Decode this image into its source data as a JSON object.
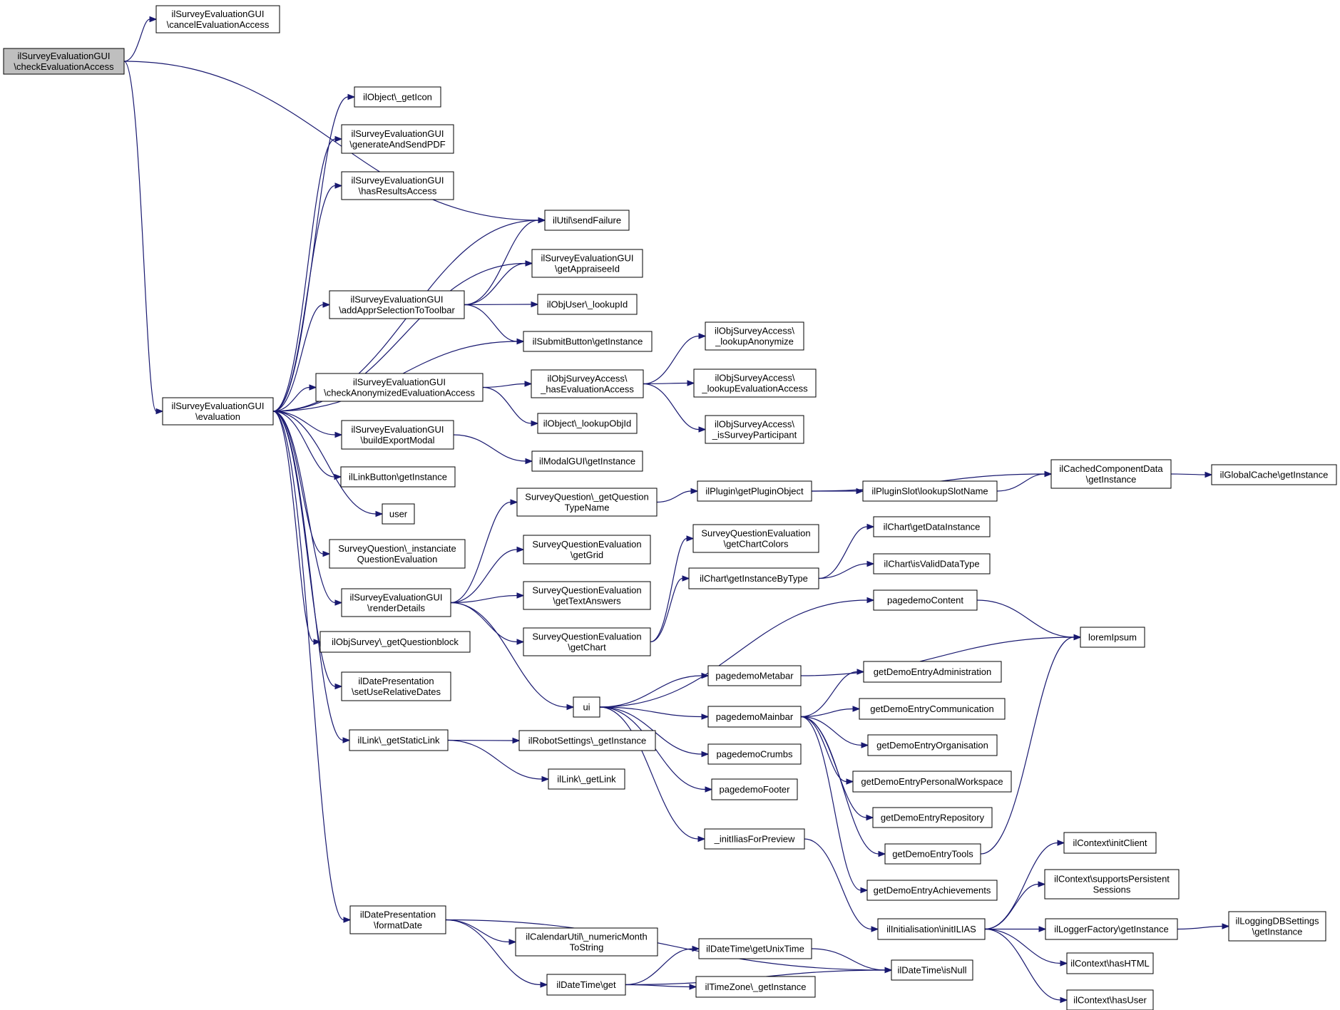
{
  "colors": {
    "edge": "#191970",
    "node_border": "#000000",
    "node_fill": "#ffffff",
    "root_fill": "#bfbfbf"
  },
  "nodes": [
    {
      "id": "n_root",
      "lines": [
        "ilSurveyEvaluationGUI",
        "\\checkEvaluationAccess"
      ],
      "highlighted": true
    },
    {
      "id": "n_cancel",
      "lines": [
        "ilSurveyEvaluationGUI",
        "\\cancelEvaluationAccess"
      ]
    },
    {
      "id": "n_eval",
      "lines": [
        "ilSurveyEvaluationGUI",
        "\\evaluation"
      ]
    },
    {
      "id": "n_geticon",
      "lines": [
        "ilObject\\_getIcon"
      ]
    },
    {
      "id": "n_genpdf",
      "lines": [
        "ilSurveyEvaluationGUI",
        "\\generateAndSendPDF"
      ]
    },
    {
      "id": "n_hasres",
      "lines": [
        "ilSurveyEvaluationGUI",
        "\\hasResultsAccess"
      ]
    },
    {
      "id": "n_sendfail",
      "lines": [
        "ilUtil\\sendFailure"
      ]
    },
    {
      "id": "n_getappr",
      "lines": [
        "ilSurveyEvaluationGUI",
        "\\getAppraiseeId"
      ]
    },
    {
      "id": "n_addappr",
      "lines": [
        "ilSurveyEvaluationGUI",
        "\\addApprSelectionToToolbar"
      ]
    },
    {
      "id": "n_lookupid",
      "lines": [
        "ilObjUser\\_lookupId"
      ]
    },
    {
      "id": "n_submit",
      "lines": [
        "ilSubmitButton\\getInstance"
      ]
    },
    {
      "id": "n_lookanon",
      "lines": [
        "ilObjSurveyAccess\\",
        "_lookupAnonymize"
      ]
    },
    {
      "id": "n_checkanon",
      "lines": [
        "ilSurveyEvaluationGUI",
        "\\checkAnonymizedEvaluationAccess"
      ]
    },
    {
      "id": "n_haseval",
      "lines": [
        "ilObjSurveyAccess\\",
        "_hasEvaluationAccess"
      ]
    },
    {
      "id": "n_lookeval",
      "lines": [
        "ilObjSurveyAccess\\",
        "_lookupEvaluationAccess"
      ]
    },
    {
      "id": "n_lookobjid",
      "lines": [
        "ilObject\\_lookupObjId"
      ]
    },
    {
      "id": "n_issurv",
      "lines": [
        "ilObjSurveyAccess\\",
        "_isSurveyParticipant"
      ]
    },
    {
      "id": "n_buildexp",
      "lines": [
        "ilSurveyEvaluationGUI",
        "\\buildExportModal"
      ]
    },
    {
      "id": "n_modal",
      "lines": [
        "ilModalGUI\\getInstance"
      ]
    },
    {
      "id": "n_linkbtn",
      "lines": [
        "ilLinkButton\\getInstance"
      ]
    },
    {
      "id": "n_user",
      "lines": [
        "user"
      ]
    },
    {
      "id": "n_getqtype",
      "lines": [
        "SurveyQuestion\\_getQuestion",
        "TypeName"
      ]
    },
    {
      "id": "n_plugobj",
      "lines": [
        "ilPlugin\\getPluginObject"
      ]
    },
    {
      "id": "n_cached",
      "lines": [
        "ilCachedComponentData",
        "\\getInstance"
      ]
    },
    {
      "id": "n_globcache",
      "lines": [
        "ilGlobalCache\\getInstance"
      ]
    },
    {
      "id": "n_slotname",
      "lines": [
        "ilPluginSlot\\lookupSlotName"
      ]
    },
    {
      "id": "n_instq",
      "lines": [
        "SurveyQuestion\\_instanciate",
        "QuestionEvaluation"
      ]
    },
    {
      "id": "n_getgrid",
      "lines": [
        "SurveyQuestionEvaluation",
        "\\getGrid"
      ]
    },
    {
      "id": "n_chartcolors",
      "lines": [
        "SurveyQuestionEvaluation",
        "\\getChartColors"
      ]
    },
    {
      "id": "n_chartdata",
      "lines": [
        "ilChart\\getDataInstance"
      ]
    },
    {
      "id": "n_chartbytype",
      "lines": [
        "ilChart\\getInstanceByType"
      ]
    },
    {
      "id": "n_validdt",
      "lines": [
        "ilChart\\isValidDataType"
      ]
    },
    {
      "id": "n_renderdet",
      "lines": [
        "ilSurveyEvaluationGUI",
        "\\renderDetails"
      ]
    },
    {
      "id": "n_textans",
      "lines": [
        "SurveyQuestionEvaluation",
        "\\getTextAnswers"
      ]
    },
    {
      "id": "n_pdcontent",
      "lines": [
        "pagedemoContent"
      ]
    },
    {
      "id": "n_qblock",
      "lines": [
        "ilObjSurvey\\_getQuestionblock"
      ]
    },
    {
      "id": "n_getchart",
      "lines": [
        "SurveyQuestionEvaluation",
        "\\getChart"
      ]
    },
    {
      "id": "n_lorem",
      "lines": [
        "loremIpsum"
      ]
    },
    {
      "id": "n_reldates",
      "lines": [
        "ilDatePresentation",
        "\\setUseRelativeDates"
      ]
    },
    {
      "id": "n_pdmeta",
      "lines": [
        "pagedemoMetabar"
      ]
    },
    {
      "id": "n_dadmin",
      "lines": [
        "getDemoEntryAdministration"
      ]
    },
    {
      "id": "n_ui",
      "lines": [
        "ui"
      ]
    },
    {
      "id": "n_pdmain",
      "lines": [
        "pagedemoMainbar"
      ]
    },
    {
      "id": "n_dcomm",
      "lines": [
        "getDemoEntryCommunication"
      ]
    },
    {
      "id": "n_staticlink",
      "lines": [
        "ilLink\\_getStaticLink"
      ]
    },
    {
      "id": "n_robot",
      "lines": [
        "ilRobotSettings\\_getInstance"
      ]
    },
    {
      "id": "n_dorg",
      "lines": [
        "getDemoEntryOrganisation"
      ]
    },
    {
      "id": "n_pdcrumbs",
      "lines": [
        "pagedemoCrumbs"
      ]
    },
    {
      "id": "n_getlink",
      "lines": [
        "ilLink\\_getLink"
      ]
    },
    {
      "id": "n_dpers",
      "lines": [
        "getDemoEntryPersonalWorkspace"
      ]
    },
    {
      "id": "n_pdfooter",
      "lines": [
        "pagedemoFooter"
      ]
    },
    {
      "id": "n_drepo",
      "lines": [
        "getDemoEntryRepository"
      ]
    },
    {
      "id": "n_initprev",
      "lines": [
        "_initIliasForPreview"
      ]
    },
    {
      "id": "n_dtools",
      "lines": [
        "getDemoEntryTools"
      ]
    },
    {
      "id": "n_initclient",
      "lines": [
        "ilContext\\initClient"
      ]
    },
    {
      "id": "n_dachieve",
      "lines": [
        "getDemoEntryAchievements"
      ]
    },
    {
      "id": "n_supportsess",
      "lines": [
        "ilContext\\supportsPersistent",
        "Sessions"
      ]
    },
    {
      "id": "n_formatdate",
      "lines": [
        "ilDatePresentation",
        "\\formatDate"
      ]
    },
    {
      "id": "n_initilias",
      "lines": [
        "ilInitialisation\\initILIAS"
      ]
    },
    {
      "id": "n_loggerf",
      "lines": [
        "ilLoggerFactory\\getInstance"
      ]
    },
    {
      "id": "n_logdb",
      "lines": [
        "ilLoggingDBSettings",
        "\\getInstance"
      ]
    },
    {
      "id": "n_nummonth",
      "lines": [
        "ilCalendarUtil\\_numericMonth",
        "ToString"
      ]
    },
    {
      "id": "n_unixtime",
      "lines": [
        "ilDateTime\\getUnixTime"
      ]
    },
    {
      "id": "n_isnull",
      "lines": [
        "ilDateTime\\isNull"
      ]
    },
    {
      "id": "n_hashtml",
      "lines": [
        "ilContext\\hasHTML"
      ]
    },
    {
      "id": "n_dtget",
      "lines": [
        "ilDateTime\\get"
      ]
    },
    {
      "id": "n_tzinst",
      "lines": [
        "ilTimeZone\\_getInstance"
      ]
    },
    {
      "id": "n_hasuser",
      "lines": [
        "ilContext\\hasUser"
      ]
    }
  ],
  "edges": [
    [
      "n_root",
      "n_cancel"
    ],
    [
      "n_root",
      "n_sendfail"
    ],
    [
      "n_root",
      "n_eval"
    ],
    [
      "n_eval",
      "n_geticon"
    ],
    [
      "n_eval",
      "n_genpdf"
    ],
    [
      "n_eval",
      "n_hasres"
    ],
    [
      "n_eval",
      "n_sendfail"
    ],
    [
      "n_eval",
      "n_getappr"
    ],
    [
      "n_eval",
      "n_addappr"
    ],
    [
      "n_eval",
      "n_submit"
    ],
    [
      "n_eval",
      "n_checkanon"
    ],
    [
      "n_eval",
      "n_buildexp"
    ],
    [
      "n_eval",
      "n_linkbtn"
    ],
    [
      "n_eval",
      "n_user"
    ],
    [
      "n_eval",
      "n_instq"
    ],
    [
      "n_eval",
      "n_renderdet"
    ],
    [
      "n_eval",
      "n_qblock"
    ],
    [
      "n_eval",
      "n_reldates"
    ],
    [
      "n_eval",
      "n_staticlink"
    ],
    [
      "n_eval",
      "n_formatdate"
    ],
    [
      "n_addappr",
      "n_sendfail"
    ],
    [
      "n_addappr",
      "n_getappr"
    ],
    [
      "n_addappr",
      "n_lookupid"
    ],
    [
      "n_addappr",
      "n_submit"
    ],
    [
      "n_checkanon",
      "n_haseval"
    ],
    [
      "n_checkanon",
      "n_lookobjid"
    ],
    [
      "n_haseval",
      "n_lookanon"
    ],
    [
      "n_haseval",
      "n_lookeval"
    ],
    [
      "n_haseval",
      "n_issurv"
    ],
    [
      "n_buildexp",
      "n_modal"
    ],
    [
      "n_renderdet",
      "n_getqtype"
    ],
    [
      "n_renderdet",
      "n_getgrid"
    ],
    [
      "n_renderdet",
      "n_textans"
    ],
    [
      "n_renderdet",
      "n_getchart"
    ],
    [
      "n_renderdet",
      "n_ui"
    ],
    [
      "n_getqtype",
      "n_plugobj"
    ],
    [
      "n_plugobj",
      "n_cached"
    ],
    [
      "n_plugobj",
      "n_slotname"
    ],
    [
      "n_slotname",
      "n_cached"
    ],
    [
      "n_cached",
      "n_globcache"
    ],
    [
      "n_getchart",
      "n_chartcolors"
    ],
    [
      "n_getchart",
      "n_chartbytype"
    ],
    [
      "n_chartbytype",
      "n_chartdata"
    ],
    [
      "n_chartbytype",
      "n_validdt"
    ],
    [
      "n_ui",
      "n_pdcontent"
    ],
    [
      "n_ui",
      "n_pdmeta"
    ],
    [
      "n_ui",
      "n_pdmain"
    ],
    [
      "n_ui",
      "n_pdcrumbs"
    ],
    [
      "n_ui",
      "n_pdfooter"
    ],
    [
      "n_ui",
      "n_initprev"
    ],
    [
      "n_pdcontent",
      "n_lorem"
    ],
    [
      "n_pdmeta",
      "n_lorem"
    ],
    [
      "n_pdmain",
      "n_dadmin"
    ],
    [
      "n_pdmain",
      "n_dcomm"
    ],
    [
      "n_pdmain",
      "n_dorg"
    ],
    [
      "n_pdmain",
      "n_dpers"
    ],
    [
      "n_pdmain",
      "n_drepo"
    ],
    [
      "n_pdmain",
      "n_dtools"
    ],
    [
      "n_pdmain",
      "n_dachieve"
    ],
    [
      "n_dtools",
      "n_lorem"
    ],
    [
      "n_initprev",
      "n_initilias"
    ],
    [
      "n_initilias",
      "n_initclient"
    ],
    [
      "n_initilias",
      "n_supportsess"
    ],
    [
      "n_initilias",
      "n_loggerf"
    ],
    [
      "n_initilias",
      "n_hashtml"
    ],
    [
      "n_initilias",
      "n_hasuser"
    ],
    [
      "n_loggerf",
      "n_logdb"
    ],
    [
      "n_staticlink",
      "n_robot"
    ],
    [
      "n_staticlink",
      "n_getlink"
    ],
    [
      "n_formatdate",
      "n_isnull"
    ],
    [
      "n_formatdate",
      "n_nummonth"
    ],
    [
      "n_formatdate",
      "n_dtget"
    ],
    [
      "n_dtget",
      "n_unixtime"
    ],
    [
      "n_dtget",
      "n_tzinst"
    ],
    [
      "n_dtget",
      "n_isnull"
    ],
    [
      "n_unixtime",
      "n_isnull"
    ]
  ]
}
